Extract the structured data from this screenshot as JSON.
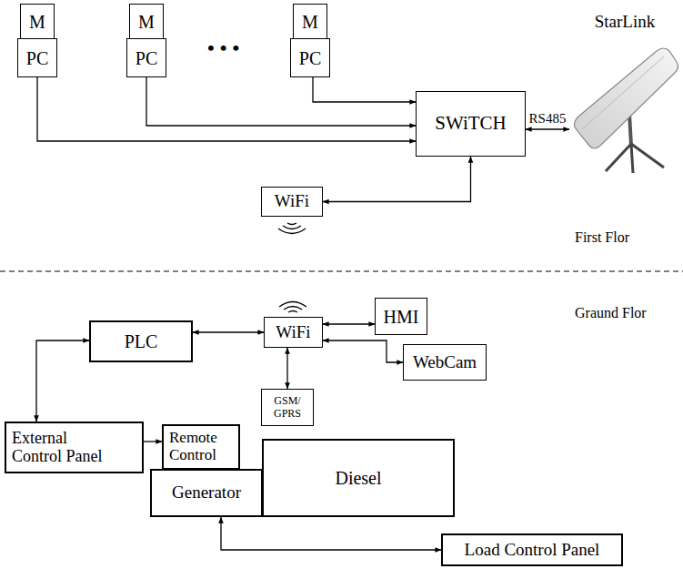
{
  "diagram": {
    "nodes": [
      {
        "text": [
          "M"
        ]
      },
      {
        "text": [
          "PC"
        ]
      },
      {
        "text": [
          "M"
        ]
      },
      {
        "text": [
          "PC"
        ]
      },
      {
        "text": [
          "M"
        ]
      },
      {
        "text": [
          "PC"
        ]
      },
      {
        "text": [
          "SWiTCH"
        ]
      },
      {
        "text": [
          "StarLink"
        ]
      },
      {
        "text": [
          "WiFi"
        ]
      },
      {
        "text": [
          "PLC"
        ]
      },
      {
        "text": [
          "WiFi"
        ]
      },
      {
        "text": [
          "HMI"
        ]
      },
      {
        "text": [
          "WebCam"
        ]
      },
      {
        "text": [
          "GSM/GPRS"
        ]
      },
      {
        "text": [
          "External Control Panel"
        ]
      },
      {
        "text": [
          "Remote Control"
        ]
      },
      {
        "text": [
          "Generator"
        ]
      },
      {
        "text": [
          "Diesel"
        ]
      },
      {
        "text": [
          "Load Control Panel"
        ]
      }
    ],
    "edges": [
      {
        "from": 1,
        "to": 6,
        "arrow": "to"
      },
      {
        "from": 3,
        "to": 6,
        "arrow": "to"
      },
      {
        "from": 5,
        "to": 6,
        "arrow": "to"
      },
      {
        "from": 6,
        "to": 7,
        "label": "RS485",
        "arrow": "both"
      },
      {
        "from": 6,
        "to": 8,
        "arrow": "both"
      },
      {
        "from": 9,
        "to": 10,
        "arrow": "both"
      },
      {
        "from": 10,
        "to": 11,
        "arrow": "both"
      },
      {
        "from": 10,
        "to": 12,
        "arrow": "both"
      },
      {
        "from": 10,
        "to": 13,
        "arrow": "both"
      },
      {
        "from": 9,
        "to": 14,
        "arrow": "both"
      },
      {
        "from": 14,
        "to": 15,
        "arrow": "to"
      },
      {
        "from": 16,
        "to": 18,
        "arrow": "both"
      }
    ],
    "labels": [
      "•••",
      "First Flor",
      "Graund Flor"
    ]
  }
}
